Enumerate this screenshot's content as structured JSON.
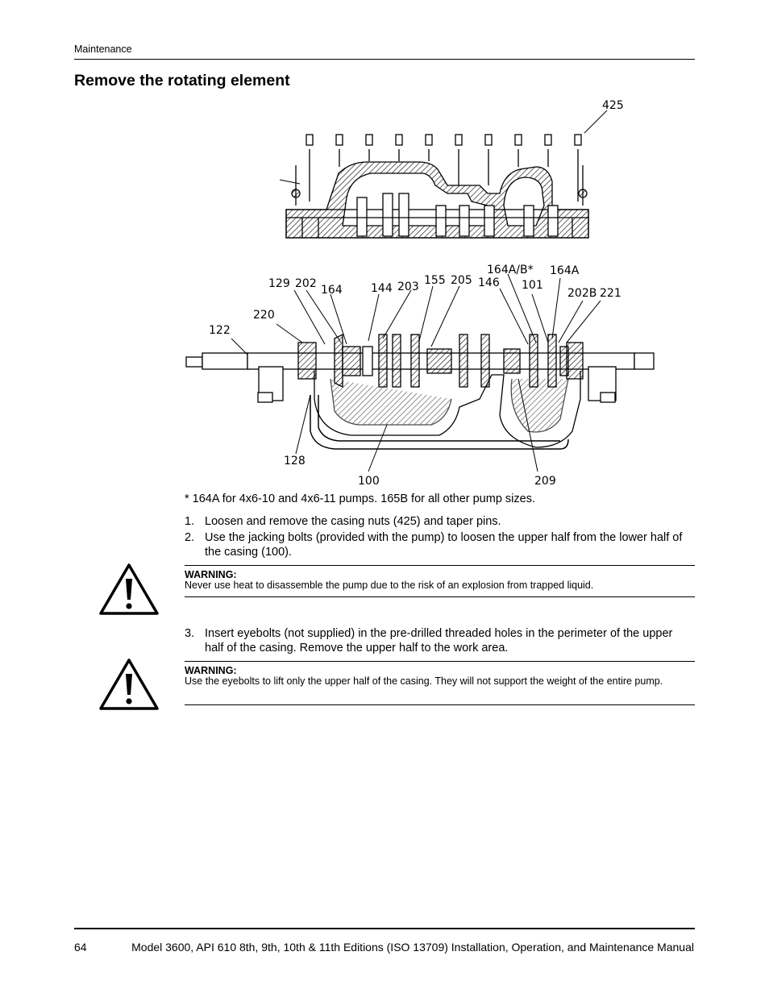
{
  "header": {
    "section": "Maintenance"
  },
  "title": "Remove the rotating element",
  "figure": {
    "labels": {
      "l425": "425",
      "l129": "129",
      "l202": "202",
      "l164": "164",
      "l144": "144",
      "l203": "203",
      "l155": "155",
      "l205": "205",
      "l146": "146",
      "l164ab": "164A/B*",
      "l101": "101",
      "l164a": "164A",
      "l202b": "202B",
      "l221": "221",
      "l220": "220",
      "l122": "122",
      "l128": "128",
      "l100": "100",
      "l209": "209"
    }
  },
  "footnote": "* 164A for 4x6-10 and 4x6-11 pumps. 165B for all other pump sizes.",
  "steps": [
    {
      "num": "1.",
      "text": "Loosen and remove the casing nuts (425) and taper pins."
    },
    {
      "num": "2.",
      "text": "Use the jacking bolts (provided with the pump) to loosen the upper half from the lower half of the casing (100)."
    },
    {
      "num": "3.",
      "text": "Insert eyebolts (not supplied) in the pre-drilled threaded holes in the perimeter of the upper half of the casing. Remove the upper half to the work area."
    }
  ],
  "warnings": [
    {
      "head": "WARNING:",
      "body": "Never use heat to disassemble the pump due to the risk of an explosion from trapped liquid."
    },
    {
      "head": "WARNING:",
      "body": "Use the eyebolts to lift only the upper half of the casing. They will not support the weight of the entire pump."
    }
  ],
  "footer": {
    "page": "64",
    "manual": "Model 3600, API 610 8th, 9th, 10th & 11th Editions (ISO 13709) Installation, Operation, and Maintenance Manual"
  }
}
